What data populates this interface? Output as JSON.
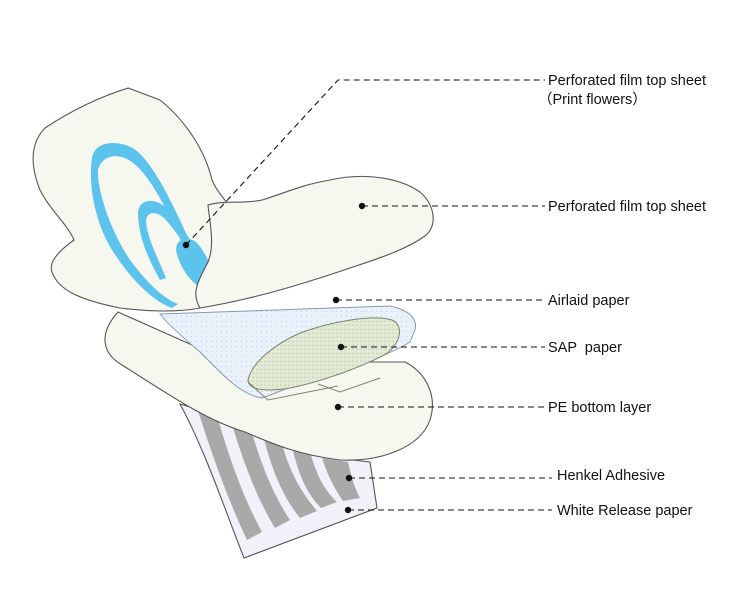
{
  "labels": {
    "top_sheet_print": "Perforated film top sheet",
    "top_sheet_print_sub": "（Print flowers）",
    "top_sheet": "Perforated film top sheet",
    "airlaid": "Airlaid paper",
    "sap": "SAP  paper",
    "pe_bottom": "PE bottom layer",
    "adhesive": "Henkel Adhesive",
    "release": "White Release paper"
  },
  "colors": {
    "pad_fill": "#f6f7ef",
    "outline": "#555555",
    "print_blue": "#5bc3ec",
    "airlaid_fill": "#e9f1fb",
    "sap_fill": "#e3ead6",
    "adhesive_gray": "#a9a9a9",
    "release_fill": "#f1f1fa"
  }
}
